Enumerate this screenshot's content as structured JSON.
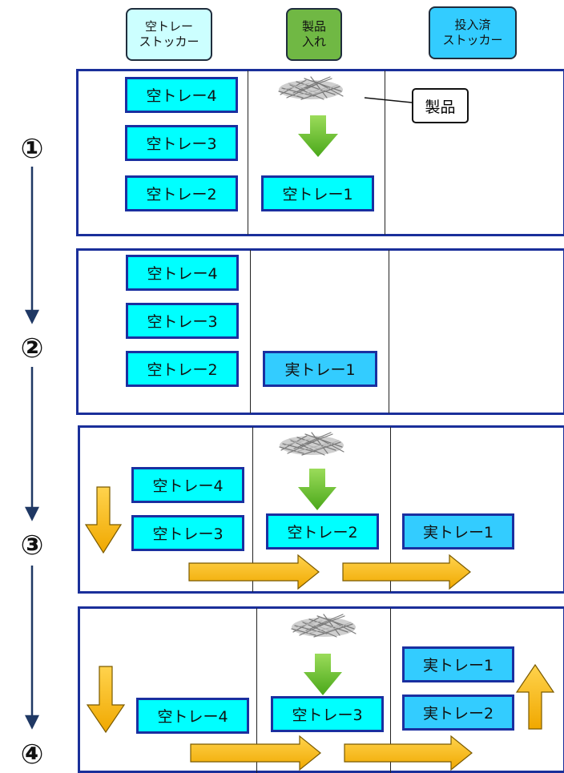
{
  "headers": [
    {
      "lines": [
        "空トレー",
        "ストッカー"
      ],
      "color": "#ccffff"
    },
    {
      "lines": [
        "製品",
        "入れ"
      ],
      "color": "#70b844"
    },
    {
      "lines": [
        "投入済",
        "ストッカー"
      ],
      "color": "#33ccff"
    }
  ],
  "steps": [
    "①",
    "②",
    "③",
    "④"
  ],
  "callout": "製品",
  "trays": {
    "p1": [
      "空トレー4",
      "空トレー3",
      "空トレー2",
      "空トレー1"
    ],
    "p2": [
      "空トレー4",
      "空トレー3",
      "空トレー2",
      "実トレー1"
    ],
    "p3": [
      "空トレー4",
      "空トレー3",
      "空トレー2",
      "実トレー1"
    ],
    "p4": [
      "空トレー4",
      "空トレー3",
      "実トレー1",
      "実トレー2"
    ]
  },
  "colors": {
    "empty_tray": "#00ffff",
    "full_tray": "#33ccff",
    "tray_border": "#1a2fa0",
    "panel_border": "#1a2f9a",
    "green_arrow": "#5cbf1f",
    "orange_arrow": "#ffc000",
    "step_arrow": "#1f3864"
  }
}
